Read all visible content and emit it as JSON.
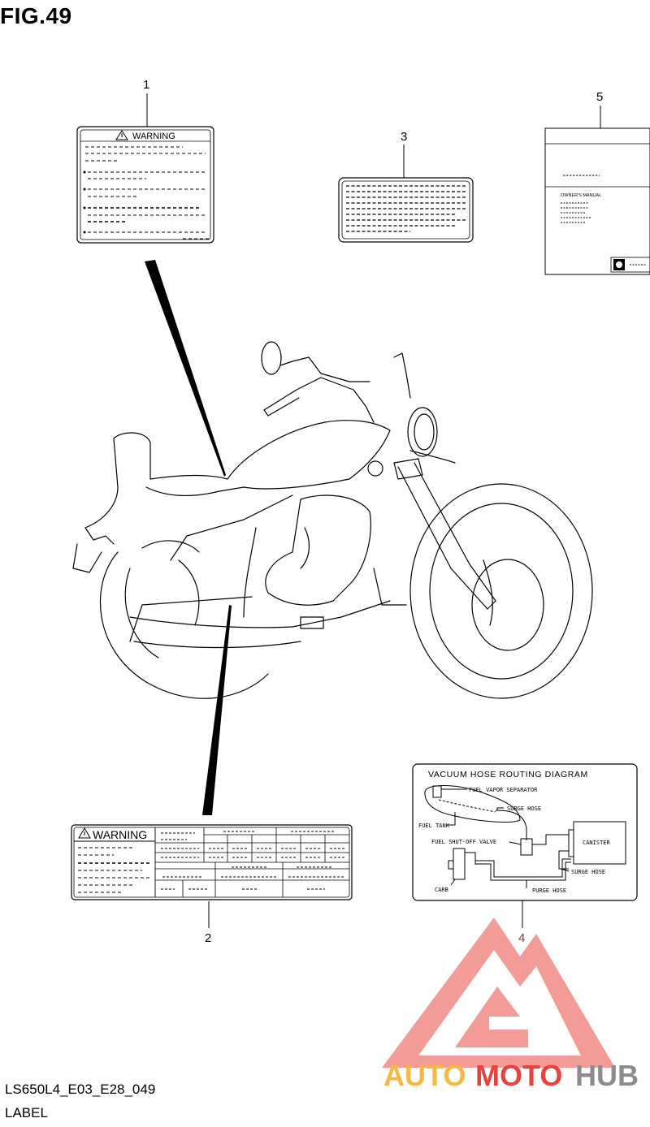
{
  "figure": {
    "title": "FIG.49",
    "code": "LS650L4_E03_E28_049",
    "name": "LABEL"
  },
  "callouts": [
    "1",
    "2",
    "3",
    "4",
    "5"
  ],
  "label1": {
    "heading": "WARNING"
  },
  "label2": {
    "heading": "WARNING"
  },
  "label5": {
    "text": "OWNER'S MANUAL"
  },
  "label4": {
    "title": "VACUUM HOSE ROUTING DIAGRAM",
    "fuel_vapor_separator": "FUEL VAPOR SEPARATOR",
    "fuel_tank": "FUEL TANK",
    "surge_hose_top": "SURGE HOSE",
    "fuel_shutoff_valve": "FUEL SHUT-OFF VALVE",
    "canister": "CANISTER",
    "surge_hose_bottom": "SURGE HOSE",
    "carb": "CARB",
    "purge_hose": "PURGE HOSE"
  },
  "watermark": {
    "part1": "AUTO",
    "part2": "MOTO",
    "part3": "HUB",
    "colors": {
      "auto": "#f5b942",
      "moto": "#e8423f",
      "hub": "#8c8c8c",
      "logo": "#e8423f"
    }
  }
}
